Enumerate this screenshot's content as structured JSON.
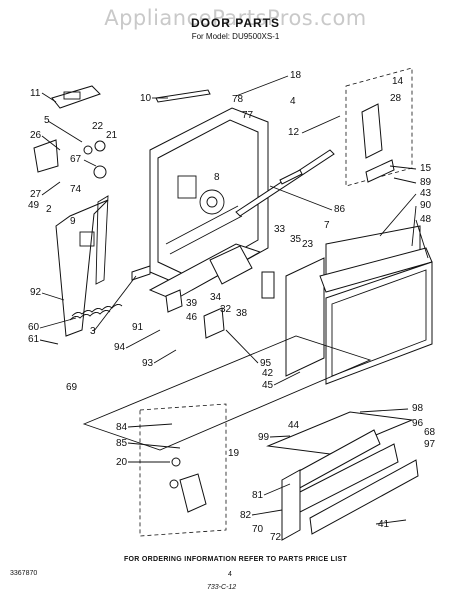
{
  "watermark": "AppliancePartsPros.com",
  "header": {
    "title": "DOOR PARTS",
    "model_line": "For Model: DU9500XS-1"
  },
  "footer": {
    "ordering_note": "FOR ORDERING INFORMATION REFER TO PARTS PRICE LIST",
    "doc_number": "3367870",
    "page_number": "4",
    "stamp": "733-C-12"
  },
  "callouts": [
    "11",
    "10",
    "18",
    "78",
    "77",
    "14",
    "28",
    "5",
    "4",
    "26",
    "22",
    "21",
    "12",
    "67",
    "27",
    "74",
    "8",
    "15",
    "89",
    "49",
    "2",
    "9",
    "43",
    "90",
    "48",
    "86",
    "7",
    "33",
    "35",
    "23",
    "92",
    "60",
    "3",
    "61",
    "39",
    "34",
    "32",
    "38",
    "91",
    "46",
    "94",
    "93",
    "95",
    "42",
    "45",
    "69",
    "98",
    "84",
    "44",
    "85",
    "99",
    "19",
    "96",
    "20",
    "68",
    "97",
    "81",
    "82",
    "70",
    "72",
    "41"
  ]
}
